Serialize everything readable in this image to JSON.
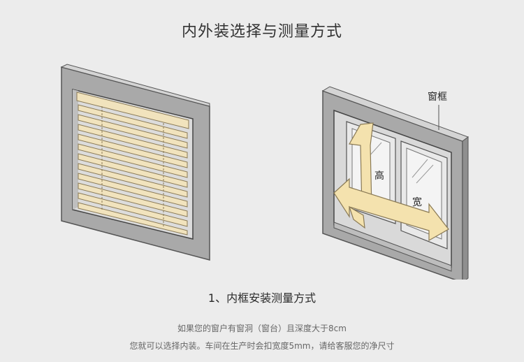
{
  "heading": "内外装选择与测量方式",
  "illustration": {
    "frame_label": "窗框",
    "height_label": "高",
    "width_label": "宽"
  },
  "section_title": "1、内框安装测量方式",
  "description": [
    "如果您的窗户有窗洞（窗台）且深度大于8cm",
    "您就可以选择内装。车间在生产时会扣宽度5mm，请给客服您的净尺寸"
  ],
  "colors": {
    "background": "#ececec",
    "frame_front": "#a9a9a9",
    "blind_slat": "#f1e3bd",
    "arrow": "#f4e2ae"
  }
}
